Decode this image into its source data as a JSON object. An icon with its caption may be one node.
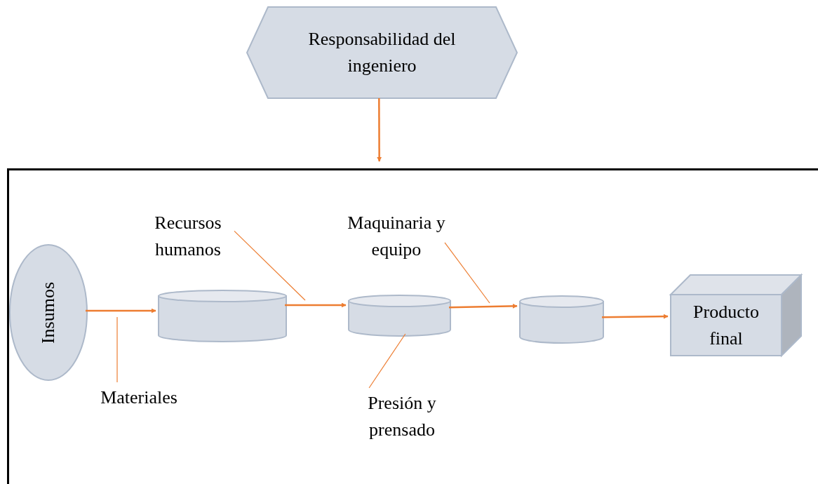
{
  "diagram": {
    "nodes": [
      {
        "text": [
          "Responsabilidad del ingeniero"
        ]
      },
      {
        "text": [],
        "shape": "box"
      },
      {
        "text": [
          "Insumos"
        ],
        "in": 1
      },
      {
        "text": [],
        "shape": "cylinder",
        "in": 1
      },
      {
        "text": [],
        "shape": "cylinder",
        "in": 1
      },
      {
        "text": [],
        "shape": "cylinder",
        "in": 1
      },
      {
        "text": [
          "Producto final"
        ],
        "in": 1
      },
      {
        "text": [
          "Recursos humanos"
        ],
        "in": 1
      },
      {
        "text": [
          "Materiales"
        ],
        "in": 1
      },
      {
        "text": [
          "Maquinaria y equipo"
        ],
        "in": 1
      },
      {
        "text": [
          "Presión y prensado"
        ],
        "in": 1
      }
    ],
    "edges": [
      {
        "from": 0,
        "to": 1,
        "arrow": "to"
      },
      {
        "from": 2,
        "to": 3,
        "arrow": "to"
      },
      {
        "from": 3,
        "to": 4,
        "arrow": "to"
      },
      {
        "from": 4,
        "to": 5,
        "arrow": "to"
      },
      {
        "from": 5,
        "to": 6,
        "arrow": "to"
      },
      {
        "from": 8,
        "to": null,
        "arrow": "none"
      },
      {
        "from": 7,
        "to": null,
        "arrow": "none"
      },
      {
        "from": 9,
        "to": null,
        "arrow": "none"
      },
      {
        "from": 10,
        "to": 4,
        "arrow": "none"
      }
    ]
  }
}
